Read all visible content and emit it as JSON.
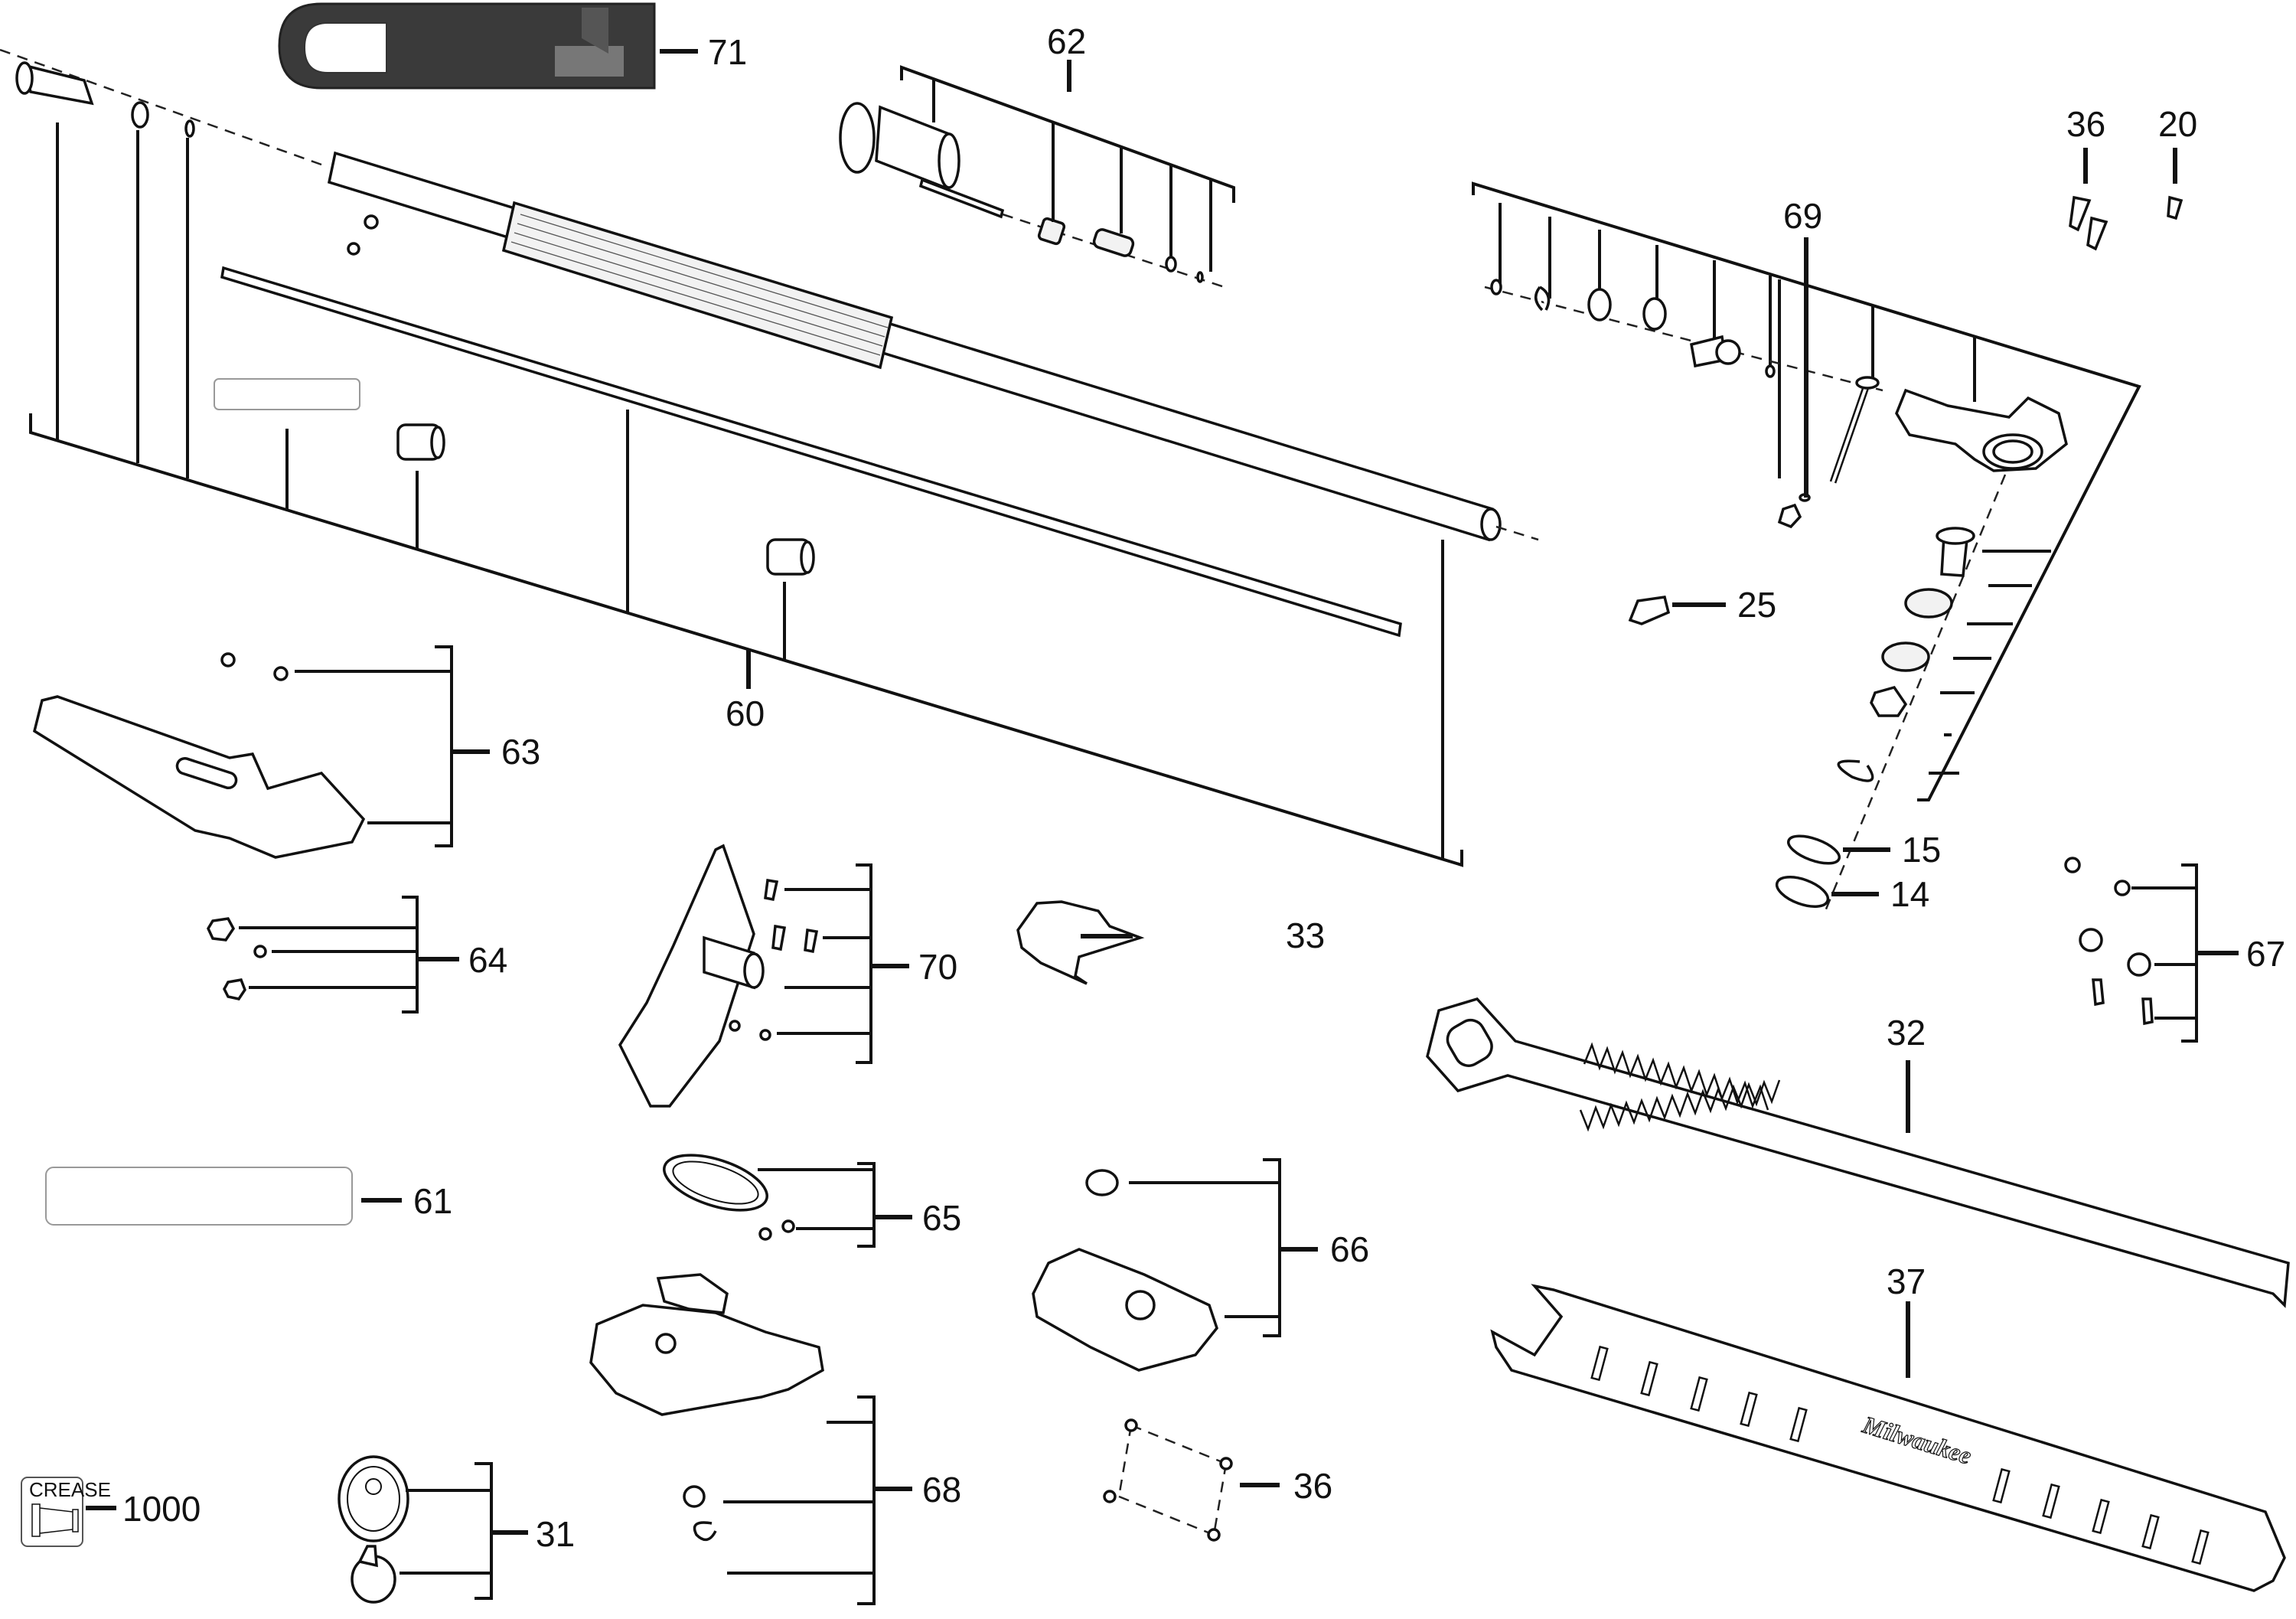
{
  "diagram": {
    "type": "exploded-parts-diagram",
    "subject": "Hedge trimmer attachment",
    "brand_marking": "Milwaukee",
    "callouts": [
      {
        "id": "c71",
        "label": "71",
        "part": "grip cover"
      },
      {
        "id": "c62",
        "label": "62",
        "part": "coupler assembly"
      },
      {
        "id": "c36a",
        "label": "36",
        "part": "screw"
      },
      {
        "id": "c20",
        "label": "20",
        "part": "screw"
      },
      {
        "id": "c69",
        "label": "69",
        "part": "gear housing assembly"
      },
      {
        "id": "c25",
        "label": "25",
        "part": "clip"
      },
      {
        "id": "c60",
        "label": "60",
        "part": "shaft assembly"
      },
      {
        "id": "c63",
        "label": "63",
        "part": "handle assembly"
      },
      {
        "id": "c15",
        "label": "15",
        "part": "o-ring"
      },
      {
        "id": "c14",
        "label": "14",
        "part": "seal"
      },
      {
        "id": "c67",
        "label": "67",
        "part": "hardware kit"
      },
      {
        "id": "c64",
        "label": "64",
        "part": "nut kit"
      },
      {
        "id": "c70",
        "label": "70",
        "part": "guard assembly"
      },
      {
        "id": "c33",
        "label": "33",
        "part": "gasket"
      },
      {
        "id": "c32",
        "label": "32",
        "part": "blade"
      },
      {
        "id": "c61",
        "label": "61",
        "part": "label"
      },
      {
        "id": "c65",
        "label": "65",
        "part": "clamp kit"
      },
      {
        "id": "c66",
        "label": "66",
        "part": "cover assembly"
      },
      {
        "id": "c37",
        "label": "37",
        "part": "blade sheath"
      },
      {
        "id": "c68",
        "label": "68",
        "part": "gear case assembly"
      },
      {
        "id": "c1000",
        "label": "1000",
        "part": "grease"
      },
      {
        "id": "c31",
        "label": "31",
        "part": "gear kit"
      },
      {
        "id": "c36b",
        "label": "36",
        "part": "screw set"
      }
    ],
    "grease_icon_text": "CREASE"
  }
}
